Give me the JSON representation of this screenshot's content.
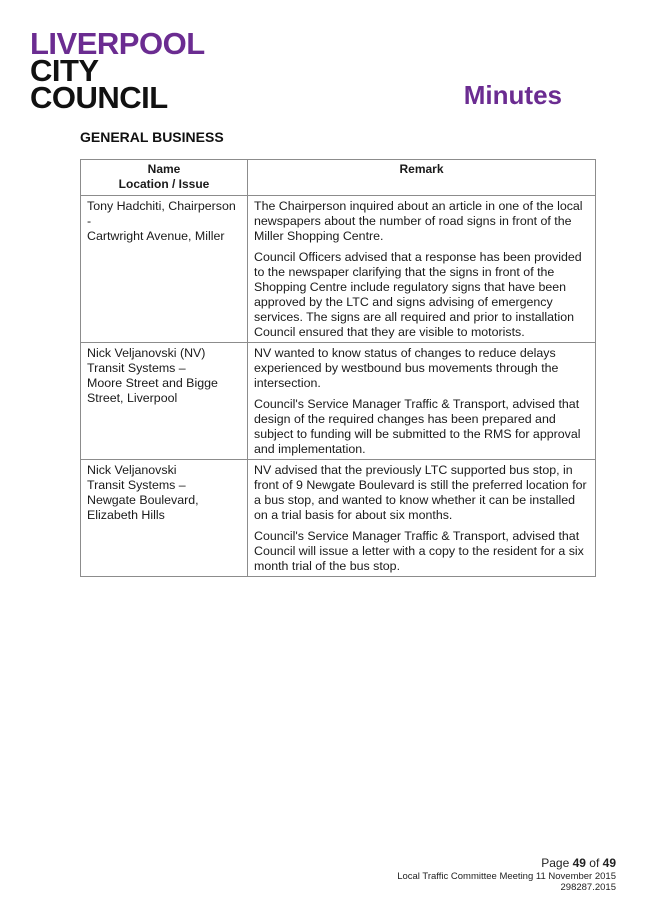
{
  "header": {
    "logo": {
      "line1": "LIVERPOOL",
      "line2": "CITY",
      "line3": "COUNCIL",
      "primary_color": "#6b2c91"
    },
    "title": "Minutes"
  },
  "section": {
    "heading": "GENERAL BUSINESS"
  },
  "table": {
    "headers": {
      "name_line1": "Name",
      "name_line2": "Location / Issue",
      "remark": "Remark"
    },
    "rows": [
      {
        "name_lines": [
          "Tony Hadchiti, Chairperson -",
          "Cartwright Avenue, Miller"
        ],
        "remarks": [
          "The Chairperson inquired about an article in one of the local newspapers about the number of road signs in front of the Miller Shopping Centre.",
          "Council Officers advised that a response has been provided to the newspaper clarifying that the signs in front of the Shopping Centre include regulatory signs that have been approved by the LTC and signs advising of emergency services.  The signs are all required and prior to installation Council ensured that they are visible to motorists."
        ]
      },
      {
        "name_lines": [
          "Nick Veljanovski (NV)",
          "Transit Systems –",
          "Moore Street and Bigge",
          "Street, Liverpool"
        ],
        "remarks": [
          "NV wanted to know status of changes to reduce delays experienced by westbound bus movements through the intersection.",
          "Council's Service Manager Traffic & Transport, advised that design of the required changes has been prepared and subject to funding will be submitted to the RMS for approval and implementation."
        ]
      },
      {
        "name_lines": [
          "Nick Veljanovski",
          "Transit Systems –",
          "Newgate Boulevard,",
          "Elizabeth Hills"
        ],
        "remarks": [
          "NV  advised that the previously LTC supported bus stop, in front of 9 Newgate Boulevard is still the preferred location for a bus stop, and wanted to know whether it can be installed on a trial basis for about six months.",
          "Council's Service Manager Traffic & Transport, advised that Council will issue a letter with a copy to the resident for a six month trial of the bus stop."
        ]
      }
    ]
  },
  "footer": {
    "page_prefix": "Page ",
    "page_current": "49",
    "page_of": " of ",
    "page_total": "49",
    "meeting": "Local Traffic Committee Meeting 11 November 2015",
    "reference": "298287.2015"
  }
}
